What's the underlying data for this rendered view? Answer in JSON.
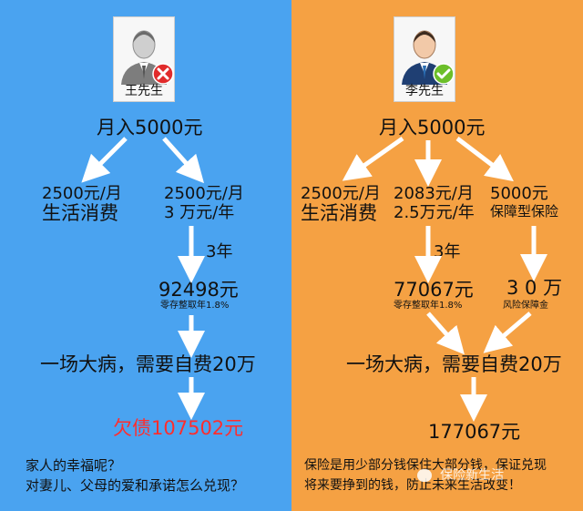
{
  "left": {
    "person": {
      "name": "王先生",
      "badge": "cross-mark-icon",
      "badge_color": "#e12b2b"
    },
    "income": "月入5000元",
    "branch_a": {
      "amount": "2500元/月",
      "label": "生活消费"
    },
    "branch_b": {
      "amount": "2500元/月",
      "label": "3 万元/年"
    },
    "duration": "3年",
    "savings": {
      "value": "92498元",
      "note": "零存整取年1.8%"
    },
    "event": "一场大病，需要自费20万",
    "result": {
      "text": "欠债107502元",
      "color": "#ff2d2d"
    },
    "questions": [
      "家人的幸福呢？",
      "对妻儿、父母的爱和承诺怎么兑现？"
    ]
  },
  "right": {
    "person": {
      "name": "李先生",
      "badge": "check-mark-icon",
      "badge_color": "#6cbf2a"
    },
    "income": "月入5000元",
    "branch_a": {
      "amount": "2500元/月",
      "label": "生活消费"
    },
    "branch_b": {
      "amount": "2083元/月",
      "label": "2.5万元/年"
    },
    "branch_c": {
      "amount": "5000元",
      "label": "保障型保险"
    },
    "duration": "3年",
    "savings": {
      "value": "77067元",
      "note": "零存整取年1.8%"
    },
    "coverage": {
      "value": "3 0 万",
      "note": "风险保障金"
    },
    "event": "一场大病，需要自费20万",
    "result": {
      "text": "177067元"
    },
    "summary": [
      "保险是用少部分钱保住大部分钱，保证兑现",
      "将来要挣到的钱，防止未来生活改变！"
    ],
    "watermark": "保险新生活"
  },
  "colors": {
    "left_bg": "#4aa3f0",
    "right_bg": "#f5a143",
    "arrow": "#ffffff"
  }
}
